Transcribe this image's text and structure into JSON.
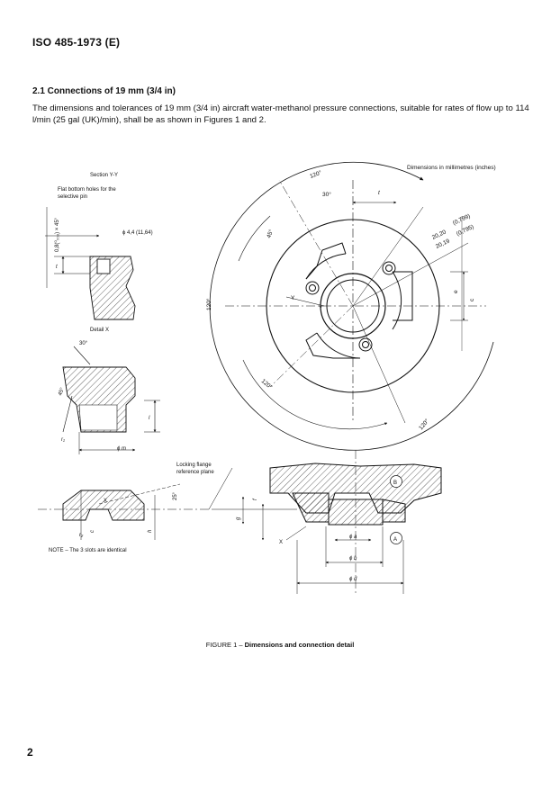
{
  "header": {
    "doc_id": "ISO 485-1973 (E)"
  },
  "section": {
    "title": "2.1  Connections of 19 mm (3/4 in)",
    "paragraph": "The dimensions and tolerances of 19 mm (3/4 in) aircraft water-methanol pressure connections, suitable for rates of flow up to 114 l/min (25 gal (UK)/min), shall be as shown in Figures 1 and 2."
  },
  "figure": {
    "units_note": "Dimensions in millimetres (inches)",
    "section_yy": "Section Y-Y",
    "flat_bottom_note_1": "Flat bottom holes for the",
    "flat_bottom_note_2": "selective pin",
    "dim_44": "ϕ 4,4 (11,64)",
    "dim_08": "0,8(⁰₀₀₃) × 45°",
    "detail_x": "Detail X",
    "angle_30_detail": "30°",
    "angle_120_top": "120°",
    "angle_30_top": "30°",
    "angle_45": "45°",
    "angle_120_left": "120°",
    "angle_120_bl": "120°",
    "angle_120_br": "120°",
    "dim_2020": "20,20",
    "dim_2019": "20,19",
    "dim_0799": "(0,799)",
    "dim_0795": "(0,795)",
    "locking_flange_1": "Locking flange",
    "locking_flange_2": "reference plane",
    "angle_25": "25°",
    "note_slots": "NOTE – The 3 slots are identical",
    "label_a": "A",
    "label_b": "B",
    "label_x": "X",
    "label_y": "Y",
    "label_t": "t",
    "label_l": "l",
    "label_e": "e",
    "label_c": "c",
    "label_g": "g",
    "label_f": "f",
    "label_h": "h",
    "label_r1": "r₁",
    "label_r2": "r₂",
    "phi_m": "ϕ m",
    "phi_a": "ϕ a",
    "phi_b": "ϕ b",
    "phi_d": "ϕ d"
  },
  "caption": {
    "prefix": "FIGURE 1 – ",
    "text": "Dimensions and connection detail"
  },
  "page_number": "2"
}
